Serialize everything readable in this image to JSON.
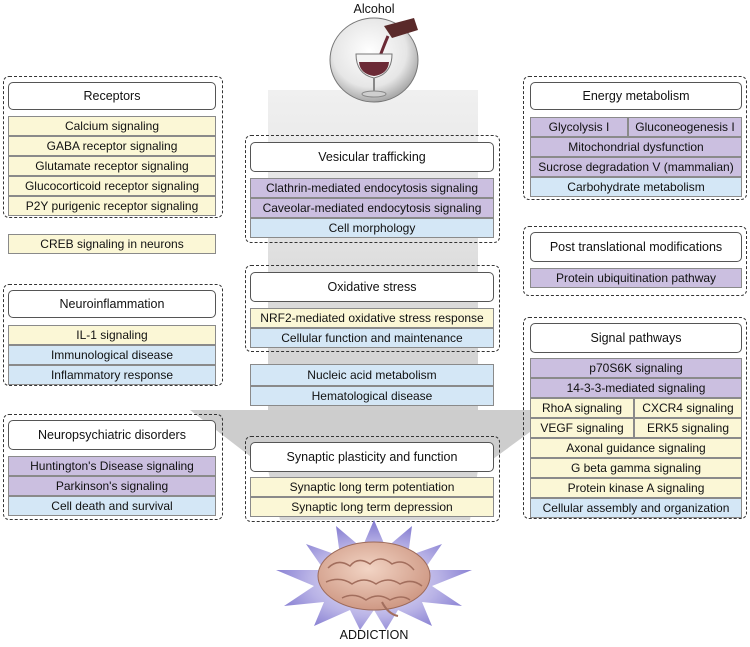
{
  "title": "Alcohol",
  "bottom_label": "ADDICTION",
  "colors": {
    "yellow": "#fbf7d6",
    "purple": "#cbbfe0",
    "blue": "#d4e7f6",
    "funnel": "#d9d9d9"
  },
  "receptors": {
    "header": "Receptors",
    "items": [
      "Calcium signaling",
      "GABA receptor signaling",
      "Glutamate receptor signaling",
      "Glucocorticoid receptor signaling",
      "P2Y purigenic receptor signaling"
    ]
  },
  "creb": "CREB signaling in neurons",
  "neuroinflammation": {
    "header": "Neuroinflammation",
    "items": [
      "IL-1 signaling",
      "Immunological disease",
      "Inflammatory response"
    ]
  },
  "neuropsychiatric": {
    "header": "Neuropsychiatric disorders",
    "items": [
      "Huntington's Disease signaling",
      "Parkinson's signaling",
      "Cell death and survival"
    ]
  },
  "vesicular": {
    "header": "Vesicular trafficking",
    "items": [
      "Clathrin-mediated endocytosis signaling",
      "Caveolar-mediated endocytosis signaling",
      "Cell morphology"
    ]
  },
  "oxidative": {
    "header": "Oxidative stress",
    "items": [
      "NRF2-mediated oxidative stress response",
      "Cellular function and maintenance"
    ]
  },
  "middle_items": [
    "Nucleic acid metabolism",
    "Hematological disease"
  ],
  "synaptic": {
    "header": "Synaptic plasticity and function",
    "items": [
      "Synaptic long term potentiation",
      "Synaptic long term depression"
    ]
  },
  "energy": {
    "header": "Energy metabolism",
    "pair": [
      "Glycolysis I",
      "Gluconeogenesis I"
    ],
    "items": [
      "Mitochondrial dysfunction",
      "Sucrose degradation V (mammalian)",
      "Carbohydrate metabolism"
    ]
  },
  "post": {
    "header": "Post translational modifications",
    "items": [
      "Protein ubiquitination pathway"
    ]
  },
  "signal": {
    "header": "Signal pathways",
    "items_top": [
      "p70S6K signaling",
      "14-3-3-mediated signaling"
    ],
    "pair1": [
      "RhoA signaling",
      "CXCR4 signaling"
    ],
    "pair2": [
      "VEGF signaling",
      "ERK5 signaling"
    ],
    "items_bottom": [
      "Axonal guidance signaling",
      "G beta gamma signaling",
      "Protein kinase A signaling",
      "Cellular assembly and organization"
    ]
  }
}
